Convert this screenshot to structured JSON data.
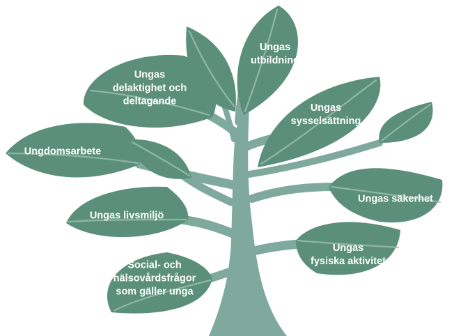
{
  "colors": {
    "leaf": "#5b8f7c",
    "trunk": "#7fa99c",
    "vein": "#9dc0b4",
    "text": "#ffffff",
    "background": "#ffffff"
  },
  "leaves": [
    {
      "id": "utbildning",
      "lines": [
        "Ungas",
        "utbildning"
      ]
    },
    {
      "id": "delaktighet",
      "lines": [
        "Ungas",
        "delaktighet och",
        "deltagande"
      ]
    },
    {
      "id": "sysselsattning",
      "lines": [
        "Ungas",
        "sysselsättning"
      ]
    },
    {
      "id": "ungdomsarbete",
      "lines": [
        "Ungdomsarbete"
      ]
    },
    {
      "id": "sakerhet",
      "lines": [
        "Ungas säkerhet"
      ]
    },
    {
      "id": "livsmiljo",
      "lines": [
        "Ungas livsmiljö"
      ]
    },
    {
      "id": "fysiska",
      "lines": [
        "Ungas",
        "fysiska aktivitet"
      ]
    },
    {
      "id": "social",
      "lines": [
        "Social- och",
        "hälsovårdsfrågor",
        "som gäller unga"
      ]
    }
  ]
}
